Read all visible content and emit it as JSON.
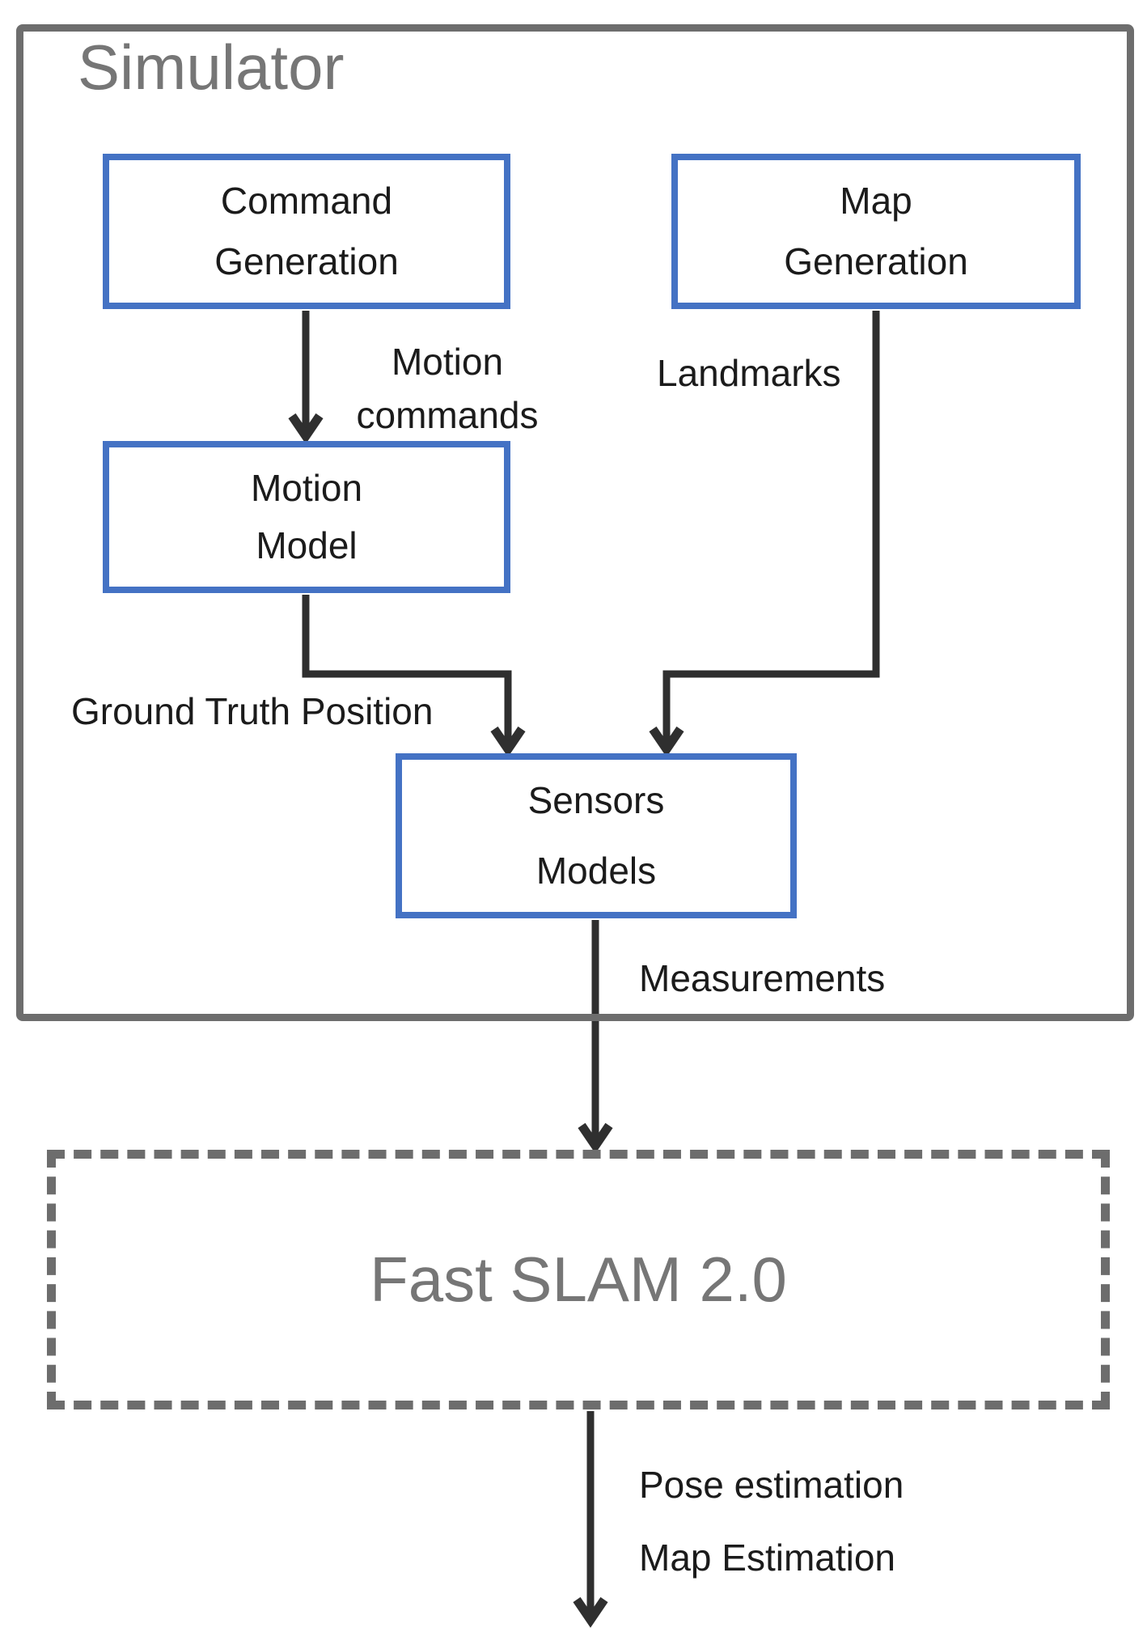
{
  "colors": {
    "accent_blue": "#4472C4",
    "frame_gray": "#6D6D6D",
    "title_gray": "#767676",
    "ink": "#1B1B1B",
    "connector": "#2F2F2F"
  },
  "simulator": {
    "title": "Simulator"
  },
  "nodes": {
    "command_generation": {
      "line1": "Command",
      "line2": "Generation"
    },
    "map_generation": {
      "line1": "Map",
      "line2": "Generation"
    },
    "motion_model": {
      "line1": "Motion",
      "line2": "Model"
    },
    "sensors_models": {
      "line1": "Sensors",
      "line2": "Models"
    }
  },
  "fastslam": {
    "label": "Fast SLAM 2.0"
  },
  "edge_labels": {
    "motion_commands_line1": "Motion",
    "motion_commands_line2": "commands",
    "landmarks": "Landmarks",
    "ground_truth_position": "Ground Truth Position",
    "measurements": "Measurements",
    "pose_estimation": "Pose estimation",
    "map_estimation": "Map Estimation"
  }
}
